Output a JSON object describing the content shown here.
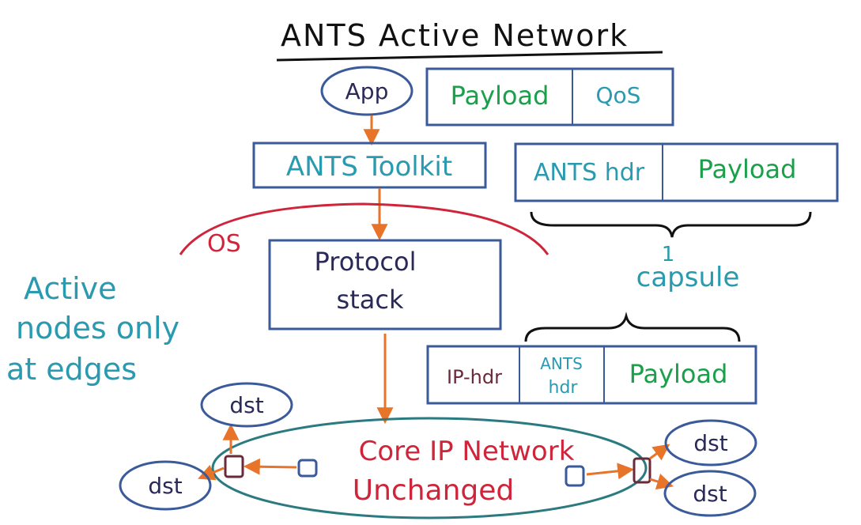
{
  "title": "ANTS Active Network",
  "app_label": "App",
  "app_packet": {
    "payload": "Payload",
    "qos": "QoS"
  },
  "toolkit_label": "ANTS Toolkit",
  "toolkit_packet": {
    "hdr": "ANTS hdr",
    "payload": "Payload"
  },
  "os_label": "OS",
  "protocol_stack": {
    "line1": "Protocol",
    "line2": "stack"
  },
  "brace_count": "1",
  "capsule_label": "capsule",
  "ip_packet": {
    "ip_hdr": "IP-hdr",
    "ants_line1": "ANTS",
    "ants_line2": "hdr",
    "payload": "Payload"
  },
  "active_note": {
    "line1": "Active",
    "line2": "nodes only",
    "line3": "at edges"
  },
  "core": {
    "line1": "Core IP Network",
    "line2": "Unchanged"
  },
  "dst_label": "dst",
  "colors": {
    "ink": "#111111",
    "blue_box": "#3a5a9a",
    "teal": "#2a9ab0",
    "green": "#1aa04a",
    "red": "#d0243a",
    "orange": "#e8742a",
    "navy": "#2a2a5a",
    "maroon": "#6a2a3a",
    "ellipse": "#2a7a80"
  }
}
